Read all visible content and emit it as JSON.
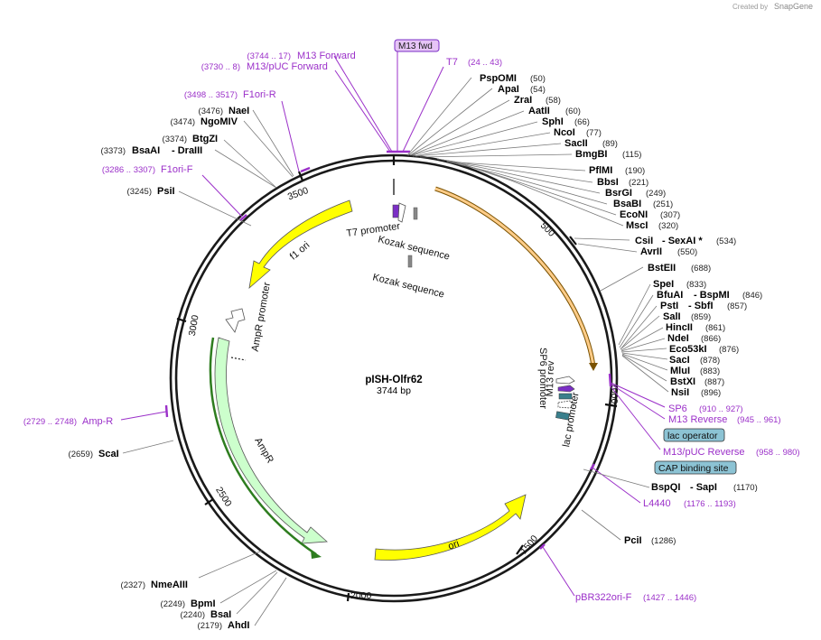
{
  "credit": {
    "text": "Created by",
    "brand": "SnapGene"
  },
  "plasmid": {
    "name": "pISH-Olfr62",
    "length": "3744 bp"
  },
  "ticks": {
    "t500": "500",
    "t1000": "1000",
    "t1500": "1500",
    "t2000": "2000",
    "t2500": "2500",
    "t3000": "3000",
    "t3500": "3500"
  },
  "features": {
    "f1ori": "f1 ori",
    "ampr_promoter": "AmpR promoter",
    "ampr": "AmpR",
    "ori": "ori",
    "t7_promoter": "T7 promoter",
    "kozak1": "Kozak sequence",
    "kozak2": "Kozak sequence",
    "sp6_promoter": "SP6 promoter",
    "m13_rev": "M13 rev",
    "lac_promoter": "lac promoter",
    "lac_operator": "lac operator",
    "cap_site": "CAP binding site"
  },
  "primers": {
    "m13_fwd_box": "M13 fwd",
    "m13_forward": {
      "range": "(3744 .. 17)",
      "name": "M13 Forward"
    },
    "m13_puc_forward": {
      "range": "(3730 .. 8)",
      "name": "M13/pUC Forward"
    },
    "t7": {
      "name": "T7",
      "range": "(24 .. 43)"
    },
    "f1ori_r": {
      "range": "(3498 .. 3517)",
      "name": "F1ori-R"
    },
    "f1ori_f": {
      "range": "(3286 .. 3307)",
      "name": "F1ori-F"
    },
    "amp_r": {
      "range": "(2729 .. 2748)",
      "name": "Amp-R"
    },
    "sp6": {
      "name": "SP6",
      "range": "(910 .. 927)"
    },
    "m13_reverse": {
      "name": "M13 Reverse",
      "range": "(945 .. 961)"
    },
    "m13_puc_reverse": {
      "name": "M13/pUC Reverse",
      "range": "(958 .. 980)"
    },
    "l4440": {
      "name": "L4440",
      "range": "(1176 .. 1193)"
    },
    "pbr322": {
      "name": "pBR322ori-F",
      "range": "(1427 .. 1446)"
    }
  },
  "sites_right": [
    {
      "name": "PspOMI",
      "pos": "(50)"
    },
    {
      "name": "ApaI",
      "pos": "(54)"
    },
    {
      "name": "ZraI",
      "pos": "(58)"
    },
    {
      "name": "AatII",
      "pos": "(60)"
    },
    {
      "name": "SphI",
      "pos": "(66)"
    },
    {
      "name": "NcoI",
      "pos": "(77)"
    },
    {
      "name": "SacII",
      "pos": "(89)"
    },
    {
      "name": "BmgBI",
      "pos": "(115)"
    },
    {
      "name": "PflMI",
      "pos": "(190)"
    },
    {
      "name": "BbsI",
      "pos": "(221)"
    },
    {
      "name": "BsrGI",
      "pos": "(249)"
    },
    {
      "name": "BsaBI",
      "pos": "(251)"
    },
    {
      "name": "EcoNI",
      "pos": "(307)"
    },
    {
      "name": "MscI",
      "pos": "(320)"
    },
    {
      "name": "CsiI",
      "extra": "- SexAI *",
      "pos": "(534)"
    },
    {
      "name": "AvrII",
      "pos": "(550)"
    },
    {
      "name": "BstEII",
      "pos": "(688)"
    },
    {
      "name": "SpeI",
      "pos": "(833)"
    },
    {
      "name": "BfuAI",
      "extra": "- BspMI",
      "pos": "(846)"
    },
    {
      "name": "PstI",
      "extra": "- SbfI",
      "pos": "(857)"
    },
    {
      "name": "SalI",
      "pos": "(859)"
    },
    {
      "name": "HincII",
      "pos": "(861)"
    },
    {
      "name": "NdeI",
      "pos": "(866)"
    },
    {
      "name": "Eco53kI",
      "pos": "(876)"
    },
    {
      "name": "SacI",
      "pos": "(878)"
    },
    {
      "name": "MluI",
      "pos": "(883)"
    },
    {
      "name": "BstXI",
      "pos": "(887)"
    },
    {
      "name": "NsiI",
      "pos": "(896)"
    },
    {
      "name": "BspQI",
      "extra": "- SapI",
      "pos": "(1170)"
    },
    {
      "name": "PciI",
      "pos": "(1286)"
    }
  ],
  "sites_left": [
    {
      "name": "NaeI",
      "pos": "(3476)"
    },
    {
      "name": "NgoMIV",
      "pos": "(3474)"
    },
    {
      "name": "BtgZI",
      "pos": "(3374)"
    },
    {
      "name": "BsaAI",
      "extra": "- DraIII",
      "pos": "(3373)"
    },
    {
      "name": "PsiI",
      "pos": "(3245)"
    },
    {
      "name": "ScaI",
      "pos": "(2659)"
    },
    {
      "name": "NmeAIII",
      "pos": "(2327)"
    },
    {
      "name": "BpmI",
      "pos": "(2249)"
    },
    {
      "name": "BsaI",
      "pos": "(2240)"
    },
    {
      "name": "AhdI",
      "pos": "(2179)"
    }
  ],
  "colors": {
    "backbone": "#1a1a1a",
    "primer": "#9b30c9",
    "ori": "#ffff00",
    "ampr": "#ccffcc",
    "sp6": "#ffcc88",
    "lac": "#8cc3d4"
  }
}
